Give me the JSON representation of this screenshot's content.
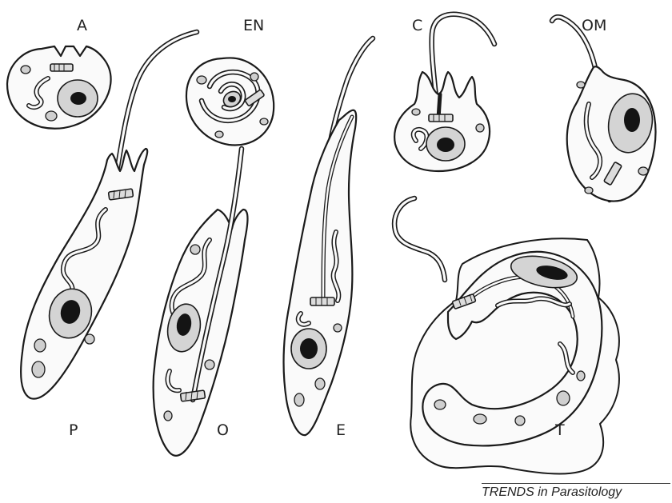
{
  "figure": {
    "labels": {
      "amastigote": "A",
      "en": "EN",
      "c": "C",
      "om": "OM",
      "promastigote": "P",
      "opisthomastigote": "O",
      "epimastigote": "E",
      "trypomastigote": "T"
    },
    "credit": "TRENDS in Parasitology"
  }
}
